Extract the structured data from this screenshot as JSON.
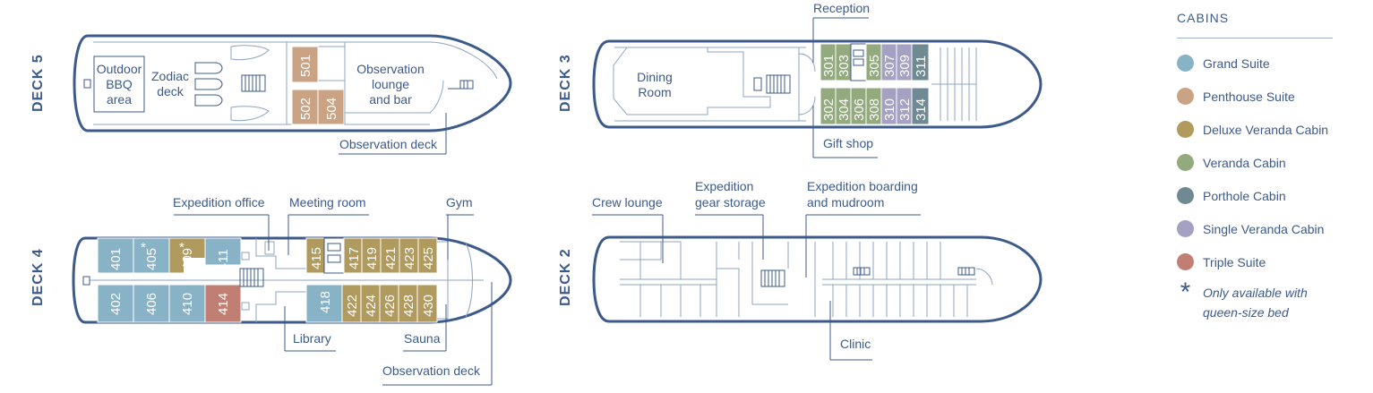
{
  "colors": {
    "line": "#3c5a8a",
    "grand_suite": "#88b3c7",
    "penthouse_suite": "#c9a384",
    "deluxe_veranda_cabin": "#b09a5e",
    "veranda_cabin": "#93a97e",
    "porthole_cabin": "#6f8a93",
    "single_veranda_cabin": "#a5a1c2",
    "triple_suite": "#c17f74"
  },
  "decks": {
    "deck5": {
      "title": "DECK 5",
      "cabins": [
        "501",
        "502",
        "504"
      ],
      "areas": {
        "bbq": [
          "Outdoor",
          "BBQ",
          "area"
        ],
        "zodiac": [
          "Zodiac",
          "deck"
        ],
        "lounge": [
          "Observation",
          "lounge",
          "and bar"
        ]
      },
      "callouts": {
        "observation_deck": "Observation deck"
      }
    },
    "deck4": {
      "title": "DECK 4",
      "grand_upper": [
        "401",
        "405"
      ],
      "deluxe_upper": [
        "409"
      ],
      "grand_upper2": [
        "411"
      ],
      "grand_lower": [
        "402",
        "406",
        "410"
      ],
      "triple": [
        "414"
      ],
      "deluxe_right_upper": [
        "415",
        "417",
        "419",
        "421",
        "423",
        "425"
      ],
      "grand_right_lower": [
        "418"
      ],
      "deluxe_right_lower": [
        "422",
        "424",
        "426",
        "428",
        "430"
      ],
      "star_marks": [
        "*",
        "*"
      ],
      "callouts": {
        "expedition_office": "Expedition office",
        "meeting_room": "Meeting room",
        "gym": "Gym",
        "library": "Library",
        "sauna": "Sauna",
        "observation_deck": "Observation deck"
      }
    },
    "deck3": {
      "title": "DECK 3",
      "areas": {
        "dining": [
          "Dining",
          "Room"
        ]
      },
      "upper_cabins": [
        "301",
        "303",
        "305",
        "307",
        "309",
        "311"
      ],
      "lower_cabins": [
        "302",
        "304",
        "306",
        "308",
        "310",
        "312",
        "314"
      ],
      "callouts": {
        "reception": "Reception",
        "gift_shop": "Gift shop"
      }
    },
    "deck2": {
      "title": "DECK 2",
      "callouts": {
        "crew_lounge": "Crew lounge",
        "gear_storage": [
          "Expedition",
          "gear storage"
        ],
        "boarding": [
          "Expedition boarding",
          "and mudroom"
        ],
        "clinic": "Clinic"
      }
    }
  },
  "legend": {
    "title": "CABINS",
    "items": [
      {
        "label": "Grand Suite",
        "color": "#88b3c7"
      },
      {
        "label": "Penthouse Suite",
        "color": "#c9a384"
      },
      {
        "label": "Deluxe Veranda Cabin",
        "color": "#b09a5e"
      },
      {
        "label": "Veranda Cabin",
        "color": "#93a97e"
      },
      {
        "label": "Porthole Cabin",
        "color": "#6f8a93"
      },
      {
        "label": "Single Veranda Cabin",
        "color": "#a5a1c2"
      },
      {
        "label": "Triple Suite",
        "color": "#c17f74"
      }
    ],
    "note_symbol": "*",
    "note": "Only available with queen-size bed"
  }
}
